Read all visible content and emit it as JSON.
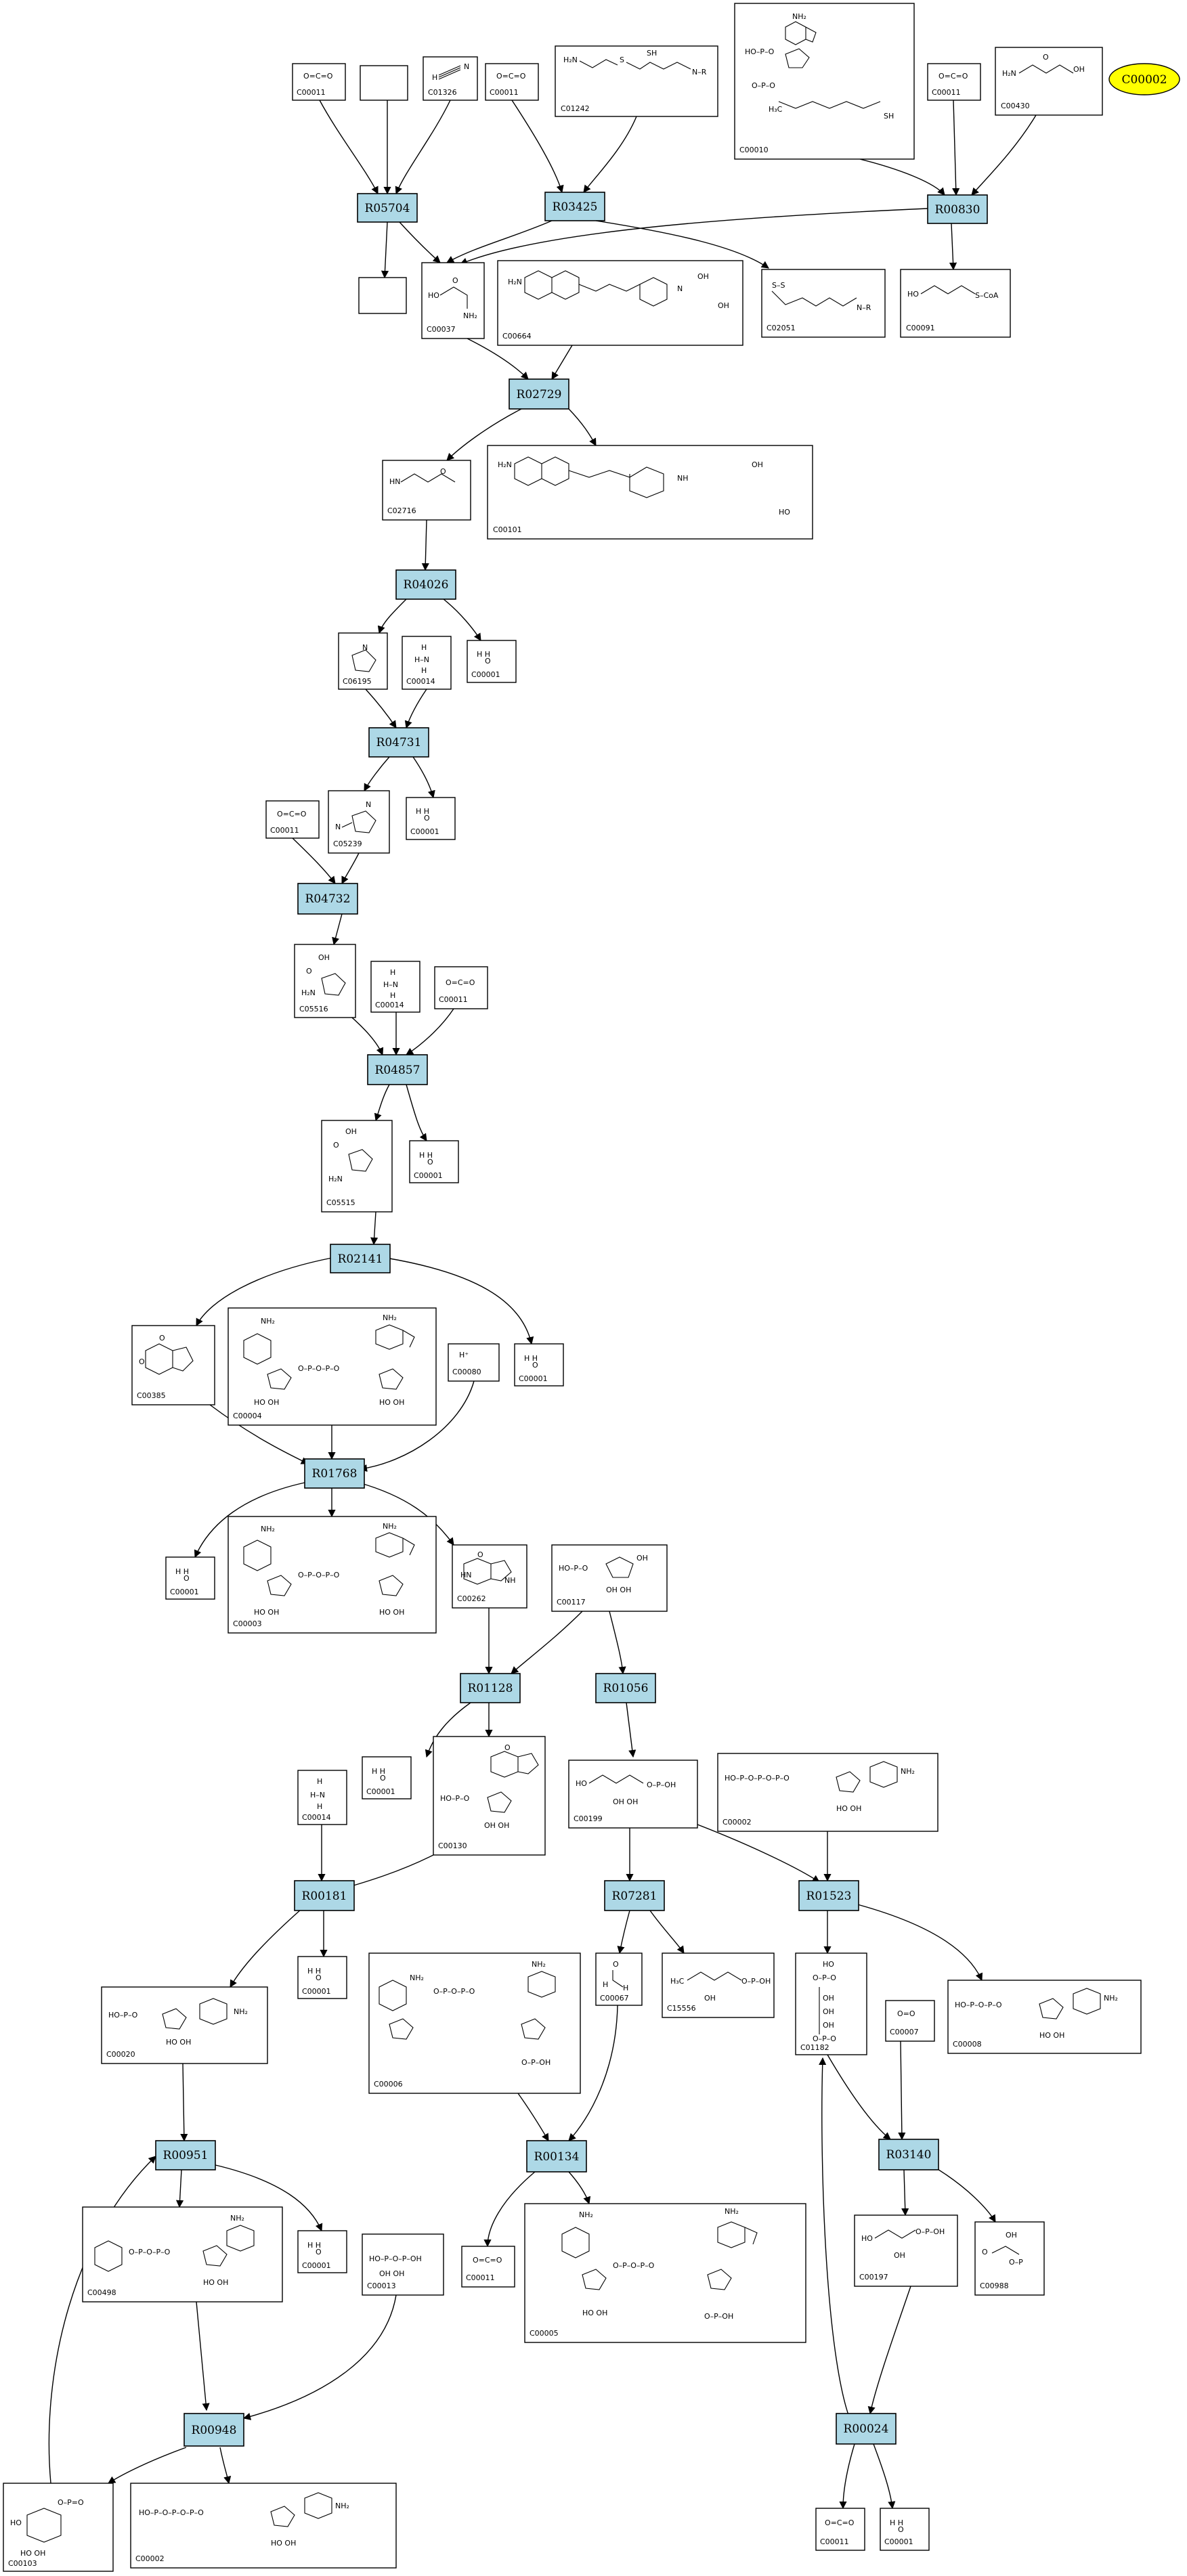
{
  "highlight": {
    "id": "C00002"
  },
  "reactions": [
    {
      "id": "R05704"
    },
    {
      "id": "R03425"
    },
    {
      "id": "R00830"
    },
    {
      "id": "R02729"
    },
    {
      "id": "R04026"
    },
    {
      "id": "R04731"
    },
    {
      "id": "R04732"
    },
    {
      "id": "R04857"
    },
    {
      "id": "R02141"
    },
    {
      "id": "R01768"
    },
    {
      "id": "R01128"
    },
    {
      "id": "R01056"
    },
    {
      "id": "R00181"
    },
    {
      "id": "R07281"
    },
    {
      "id": "R01523"
    },
    {
      "id": "R00951"
    },
    {
      "id": "R00134"
    },
    {
      "id": "R03140"
    },
    {
      "id": "R00948"
    },
    {
      "id": "R00024"
    }
  ],
  "compounds": [
    {
      "id": "C00011"
    },
    {
      "id": "C01326"
    },
    {
      "id": "C00011"
    },
    {
      "id": "C01242"
    },
    {
      "id": "C00010"
    },
    {
      "id": "C00011"
    },
    {
      "id": "C00430"
    },
    {
      "id": "C00037"
    },
    {
      "id": "C00664"
    },
    {
      "id": "C02051"
    },
    {
      "id": "C00091"
    },
    {
      "id": "C02716"
    },
    {
      "id": "C00101"
    },
    {
      "id": "C06195"
    },
    {
      "id": "C00014"
    },
    {
      "id": "C00001"
    },
    {
      "id": "C00011"
    },
    {
      "id": "C05239"
    },
    {
      "id": "C00001"
    },
    {
      "id": "C05516"
    },
    {
      "id": "C00014"
    },
    {
      "id": "C00011"
    },
    {
      "id": "C05515"
    },
    {
      "id": "C00001"
    },
    {
      "id": "C00385"
    },
    {
      "id": "C00004"
    },
    {
      "id": "C00080"
    },
    {
      "id": "C00001"
    },
    {
      "id": "C00001"
    },
    {
      "id": "C00003"
    },
    {
      "id": "C00262"
    },
    {
      "id": "C00117"
    },
    {
      "id": "C00014"
    },
    {
      "id": "C00001"
    },
    {
      "id": "C00130"
    },
    {
      "id": "C00199"
    },
    {
      "id": "C00002"
    },
    {
      "id": "C00020"
    },
    {
      "id": "C00001"
    },
    {
      "id": "C00006"
    },
    {
      "id": "C00067"
    },
    {
      "id": "C15556"
    },
    {
      "id": "C01182"
    },
    {
      "id": "C00007"
    },
    {
      "id": "C00008"
    },
    {
      "id": "C00498"
    },
    {
      "id": "C00001"
    },
    {
      "id": "C00013"
    },
    {
      "id": "C00011"
    },
    {
      "id": "C00005"
    },
    {
      "id": "C00197"
    },
    {
      "id": "C00988"
    },
    {
      "id": "C00103"
    },
    {
      "id": "C00002"
    },
    {
      "id": "C00011"
    },
    {
      "id": "C00001"
    }
  ]
}
